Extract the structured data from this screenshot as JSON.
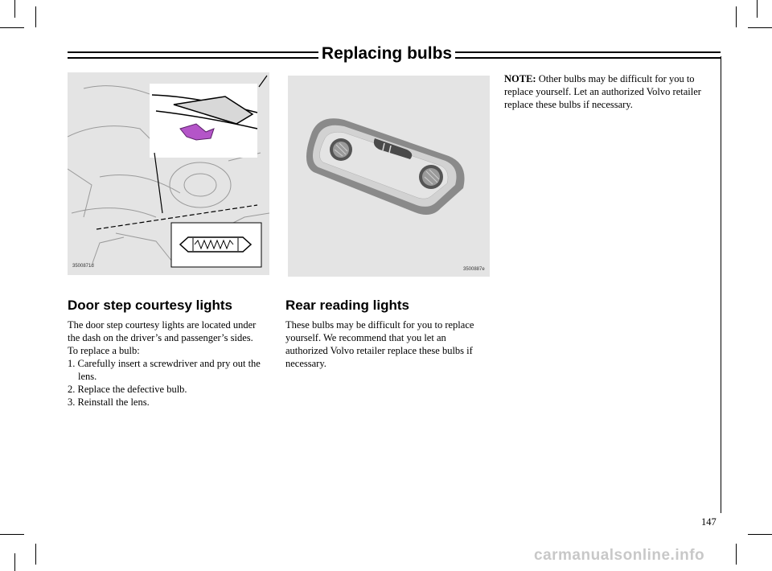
{
  "header": {
    "title": "Replacing bulbs"
  },
  "figures": {
    "door_step": {
      "code": "3500871d"
    },
    "reading": {
      "code": "3500887e"
    }
  },
  "door_step_section": {
    "heading": "Door step courtesy lights",
    "intro": "The door step courtesy lights are located under the dash on the driver’s and passenger’s sides.",
    "lead": "To replace a bulb:",
    "steps": [
      "1. Carefully insert a screwdriver and pry out the lens.",
      "2. Replace the defective bulb.",
      "3. Reinstall the lens."
    ]
  },
  "reading_section": {
    "heading": "Rear reading lights",
    "text": "These bulbs may be difficult for you to replace yourself. We recommend that you let an authorized Volvo retailer replace these bulbs if necessary."
  },
  "note": {
    "label": "NOTE:",
    "text": " Other bulbs may be difficult for you to replace yourself. Let an authorized Volvo retailer replace these bulbs if necessary."
  },
  "page_number": "147",
  "watermark": "carmanualsonline.info"
}
